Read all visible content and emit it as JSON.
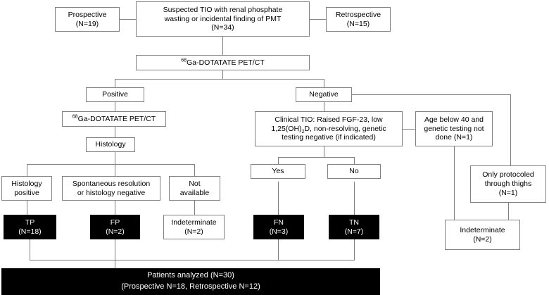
{
  "figure": {
    "type": "flowchart",
    "title": "Diagnostic flow of suspected TIO patients evaluated with 68Ga-DOTATATE PET/CT"
  },
  "nodes": {
    "prospective": {
      "line1": "Prospective",
      "line2": "(N=19)"
    },
    "cohort": {
      "line1": "Suspected TIO with renal phosphate",
      "line2": "wasting or incidental finding of PMT",
      "line3": "(N=34)"
    },
    "retrospective": {
      "line1": "Retrospective",
      "line2": "(N=15)"
    },
    "petct_top": {
      "sup": "68",
      "rest": "Ga-DOTATATE PET/CT"
    },
    "positive": {
      "label": "Positive"
    },
    "negative": {
      "label": "Negative"
    },
    "petct_second": {
      "sup": "68",
      "rest": "Ga-DOTATATE PET/CT"
    },
    "histology": {
      "label": "Histology"
    },
    "clinical_tio": {
      "line1": "Clinical TIO: Raised FGF-23, low",
      "line2a": "1,25(OH)",
      "line2sub": "2",
      "line2b": "D, non-resolving, genetic",
      "line3": "testing negative (if indicated)"
    },
    "age_below_40": {
      "line1": "Age below 40 and",
      "line2": "genetic testing not",
      "line3": "done (N=1)"
    },
    "histology_positive": {
      "line1": "Histology",
      "line2": "positive"
    },
    "spontaneous": {
      "line1": "Spontaneous resolution",
      "line2": "or histology negative"
    },
    "not_available": {
      "line1": "Not",
      "line2": "available"
    },
    "yes": {
      "label": "Yes"
    },
    "no": {
      "label": "No"
    },
    "only_protocoled": {
      "line1": "Only protocoled",
      "line2": "through thighs",
      "line3": "(N=1)"
    },
    "tp": {
      "line1": "TP",
      "line2": "(N=18)"
    },
    "fp": {
      "line1": "FP",
      "line2": "(N=2)"
    },
    "indeterminate_mid": {
      "line1": "Indeterminate",
      "line2": "(N=2)"
    },
    "fn": {
      "line1": "FN",
      "line2": "(N=3)"
    },
    "tn": {
      "line1": "TN",
      "line2": "(N=7)"
    },
    "indeterminate_right": {
      "line1": "Indeterminate",
      "line2": "(N=2)"
    },
    "patients_analyzed": {
      "line1": "Patients analyzed (N=30)",
      "line2": "(Prospective N=18, Retrospective N=12)"
    }
  },
  "colors": {
    "box_border": "#808080",
    "box_fill": "#ffffff",
    "dark_fill": "#000000",
    "dark_text": "#ffffff",
    "text": "#000000",
    "connector": "#7f7f7f"
  }
}
